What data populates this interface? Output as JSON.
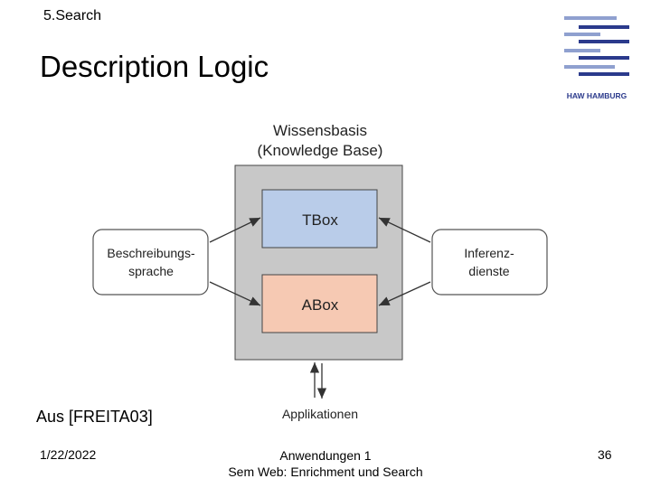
{
  "header": {
    "section": "5.Search",
    "title": "Description Logic",
    "logo_text": "HAW HAMBURG"
  },
  "diagram": {
    "kb_title": "Wissensbasis",
    "kb_subtitle": "(Knowledge Base)",
    "tbox": "TBox",
    "abox": "ABox",
    "left_box": [
      "Beschreibungs-",
      "sprache"
    ],
    "right_box": [
      "Inferenz-",
      "dienste"
    ],
    "bottom_label": "Applikationen",
    "colors": {
      "kb_fill": "#c8c8c8",
      "tbox_fill": "#b9cce9",
      "abox_fill": "#f6c9b3",
      "logo_blue": "#2b3a8c",
      "logo_light": "#8fa0cf"
    }
  },
  "source": "Aus [FREITA03]",
  "footer": {
    "date": "1/22/2022",
    "center_line1": "Anwendungen 1",
    "center_line2": "Sem Web: Enrichment und Search",
    "page": "36"
  }
}
